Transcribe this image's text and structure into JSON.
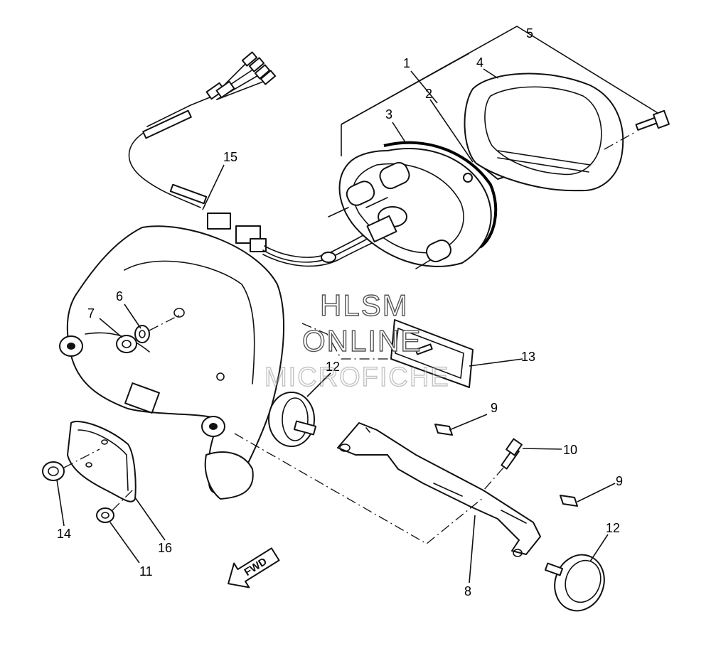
{
  "callouts": {
    "c1": "1",
    "c2": "2",
    "c3": "3",
    "c4": "4",
    "c5": "5",
    "c6": "6",
    "c7": "7",
    "c8": "8",
    "c9a": "9",
    "c9b": "9",
    "c10": "10",
    "c11": "11",
    "c12a": "12",
    "c12b": "12",
    "c13": "13",
    "c14": "14",
    "c15": "15",
    "c16": "16"
  },
  "watermark": {
    "line1": "HLSM",
    "line2": "ONLINE",
    "line3": "MICROFICHE"
  },
  "direction_arrow": {
    "label": "FWD"
  },
  "colors": {
    "ink": "#111111",
    "background": "#ffffff",
    "watermark_stroke": "#555555"
  },
  "icons": [
    "fwd-arrow-icon"
  ]
}
